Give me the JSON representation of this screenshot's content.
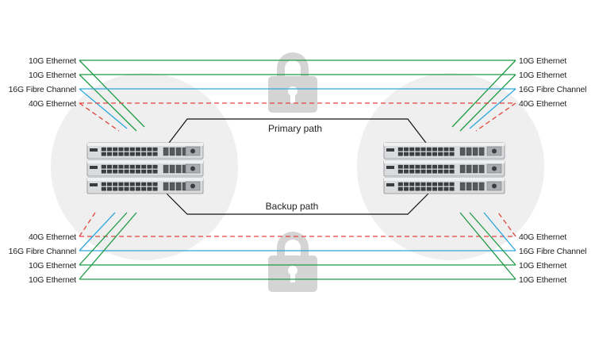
{
  "colors": {
    "green": "#1f9a43",
    "blue": "#2da7dc",
    "red_dashed": "#e0463a",
    "black": "#111111",
    "circle": "#efefef",
    "lock": "#d4d4d4"
  },
  "icons": {
    "top_lock": "lock-icon",
    "bottom_lock": "lock-icon"
  },
  "top_left_labels": [
    "10G Ethernet",
    "10G Ethernet",
    "16G Fibre Channel",
    "40G Ethernet"
  ],
  "top_right_labels": [
    "10G Ethernet",
    "10G Ethernet",
    "16G Fibre Channel",
    "40G Ethernet"
  ],
  "bottom_left_labels": [
    "40G Ethernet",
    "16G Fibre Channel",
    "10G Ethernet",
    "10G Ethernet"
  ],
  "bottom_right_labels": [
    "40G Ethernet",
    "16G Fibre Channel",
    "10G Ethernet",
    "10G Ethernet"
  ],
  "paths": {
    "primary": "Primary path",
    "backup": "Backup path"
  }
}
